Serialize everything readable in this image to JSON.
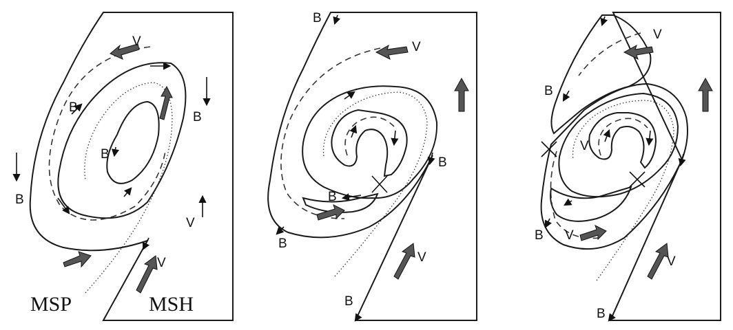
{
  "panel1": {
    "labels": {
      "v1": "V",
      "v2": "V",
      "v3": "V",
      "b1": "B",
      "b2": "B",
      "b3": "B",
      "b4": "B"
    },
    "region_msp": "MSP",
    "region_msh": "MSH"
  },
  "panel2": {
    "labels": {
      "b1": "B",
      "b2": "B",
      "b3": "B",
      "b4": "B",
      "b5": "B",
      "v1": "V",
      "v2": "V"
    }
  },
  "panel3": {
    "labels": {
      "b1": "B",
      "b2": "B",
      "b3": "B",
      "v1": "V",
      "v2": "V",
      "v3": "V",
      "v4": "V"
    }
  },
  "colors": {
    "magnetosheath_fill": "#c9c9c9",
    "line": "#1a1a1a",
    "flow_arrow": "#555555"
  }
}
